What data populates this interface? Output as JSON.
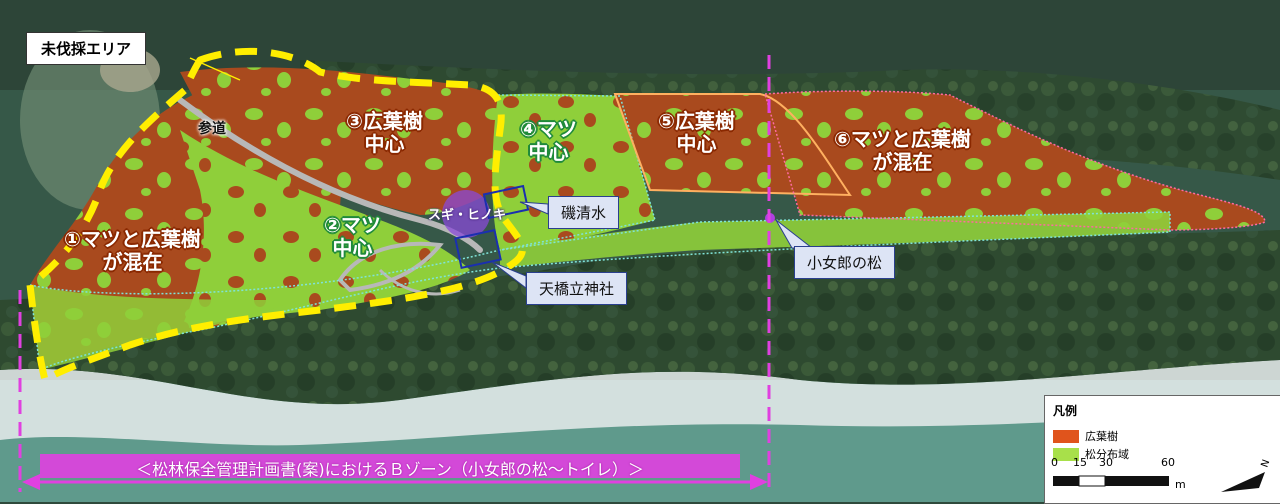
{
  "labels": {
    "unlogged_area": "未伐採エリア",
    "approach_road": "参道",
    "zone1": {
      "line1": "①マツと広葉樹",
      "line2": "が混在"
    },
    "zone2": {
      "line1": "②マツ",
      "line2": "中心"
    },
    "zone3": {
      "line1": "③広葉樹",
      "line2": "中心"
    },
    "zone4": {
      "line1": "④マツ",
      "line2": "中心"
    },
    "zone5": {
      "line1": "⑤広葉樹",
      "line2": "中心"
    },
    "zone6": {
      "line1": "⑥マツと広葉樹",
      "line2": "が混在"
    },
    "sugi_hinoki": "スギ・ヒノキ",
    "isoshimizu": "磯清水",
    "amanohashidate_shrine": "天橋立神社",
    "kojoro_pine": "小女郎の松",
    "zone_b_caption": "＜松林保全管理計画書(案)におけるＢゾーン（小女郎の松～トイレ）＞"
  },
  "legend": {
    "title": "凡例",
    "items": [
      {
        "label": "広葉樹",
        "color": "#e0541c"
      },
      {
        "label": "松分布域",
        "color": "#a8e04a"
      }
    ],
    "scale": {
      "ticks": [
        "0",
        "15",
        "30",
        "60"
      ],
      "unit": "m"
    }
  },
  "colors": {
    "broadleaf": "#a94a1e",
    "pine": "#8fcf3a",
    "unlogged_outline": "#ffee00",
    "zone_marker": "#e040e0",
    "callout_fill": "#dde4f5",
    "callout_border": "#2a3f8f"
  }
}
